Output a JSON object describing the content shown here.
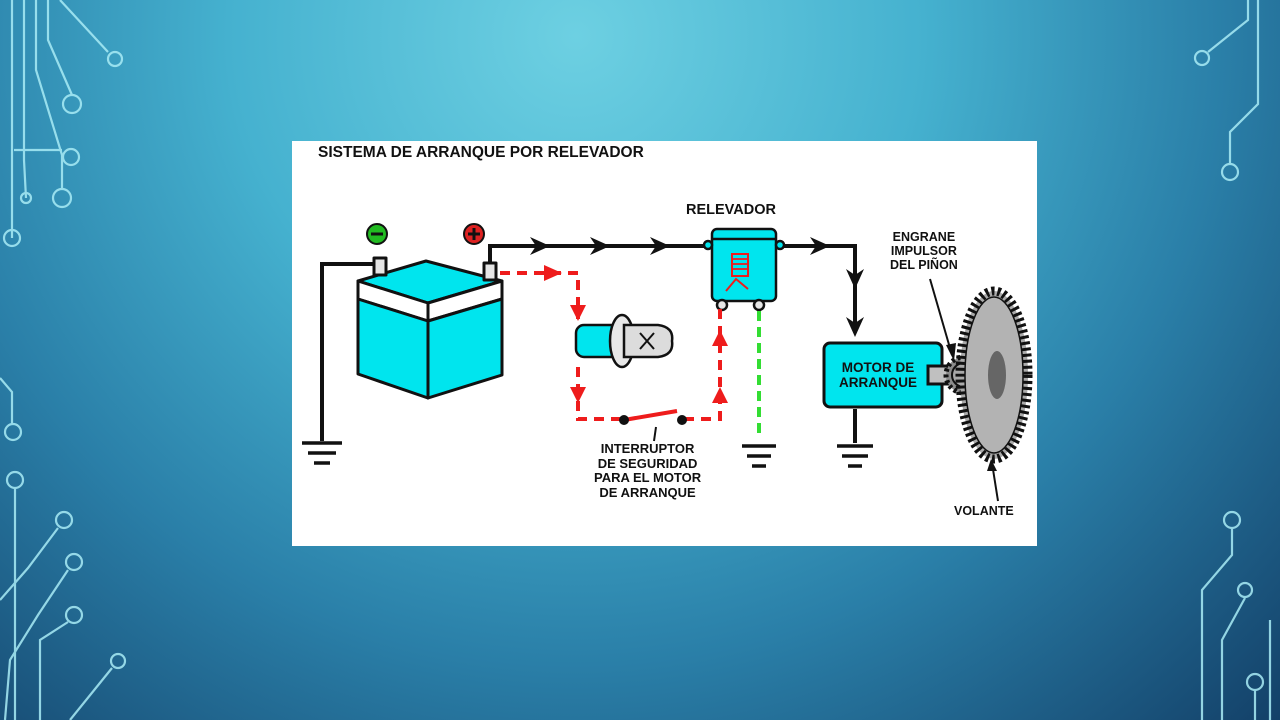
{
  "slide": {
    "background_colors": [
      "#6dd0e2",
      "#45b1cf",
      "#2a7fa8",
      "#134068"
    ],
    "decoration": "circuit-trace-lines"
  },
  "diagram": {
    "title": "SISTEMA DE ARRANQUE POR RELEVADOR",
    "labels": {
      "relay": "RELEVADOR",
      "pinion": "ENGRANE\nIMPULSOR\nDEL PIÑON",
      "safety_switch": "INTERRUPTOR\nDE SEGURIDAD\nPARA EL MOTOR\nDE ARRANQUE",
      "motor": "MOTOR DE\nARRANQUE",
      "flywheel": "VOLANTE"
    },
    "colors": {
      "component_fill": "#00e5ee",
      "power_line": "#111111",
      "control_circuit": "#ee1c1c",
      "ground_circuit": "#33dd33",
      "negative_terminal": "#22bb22",
      "positive_terminal": "#dd2222",
      "gear": "#b3b3b3"
    }
  }
}
